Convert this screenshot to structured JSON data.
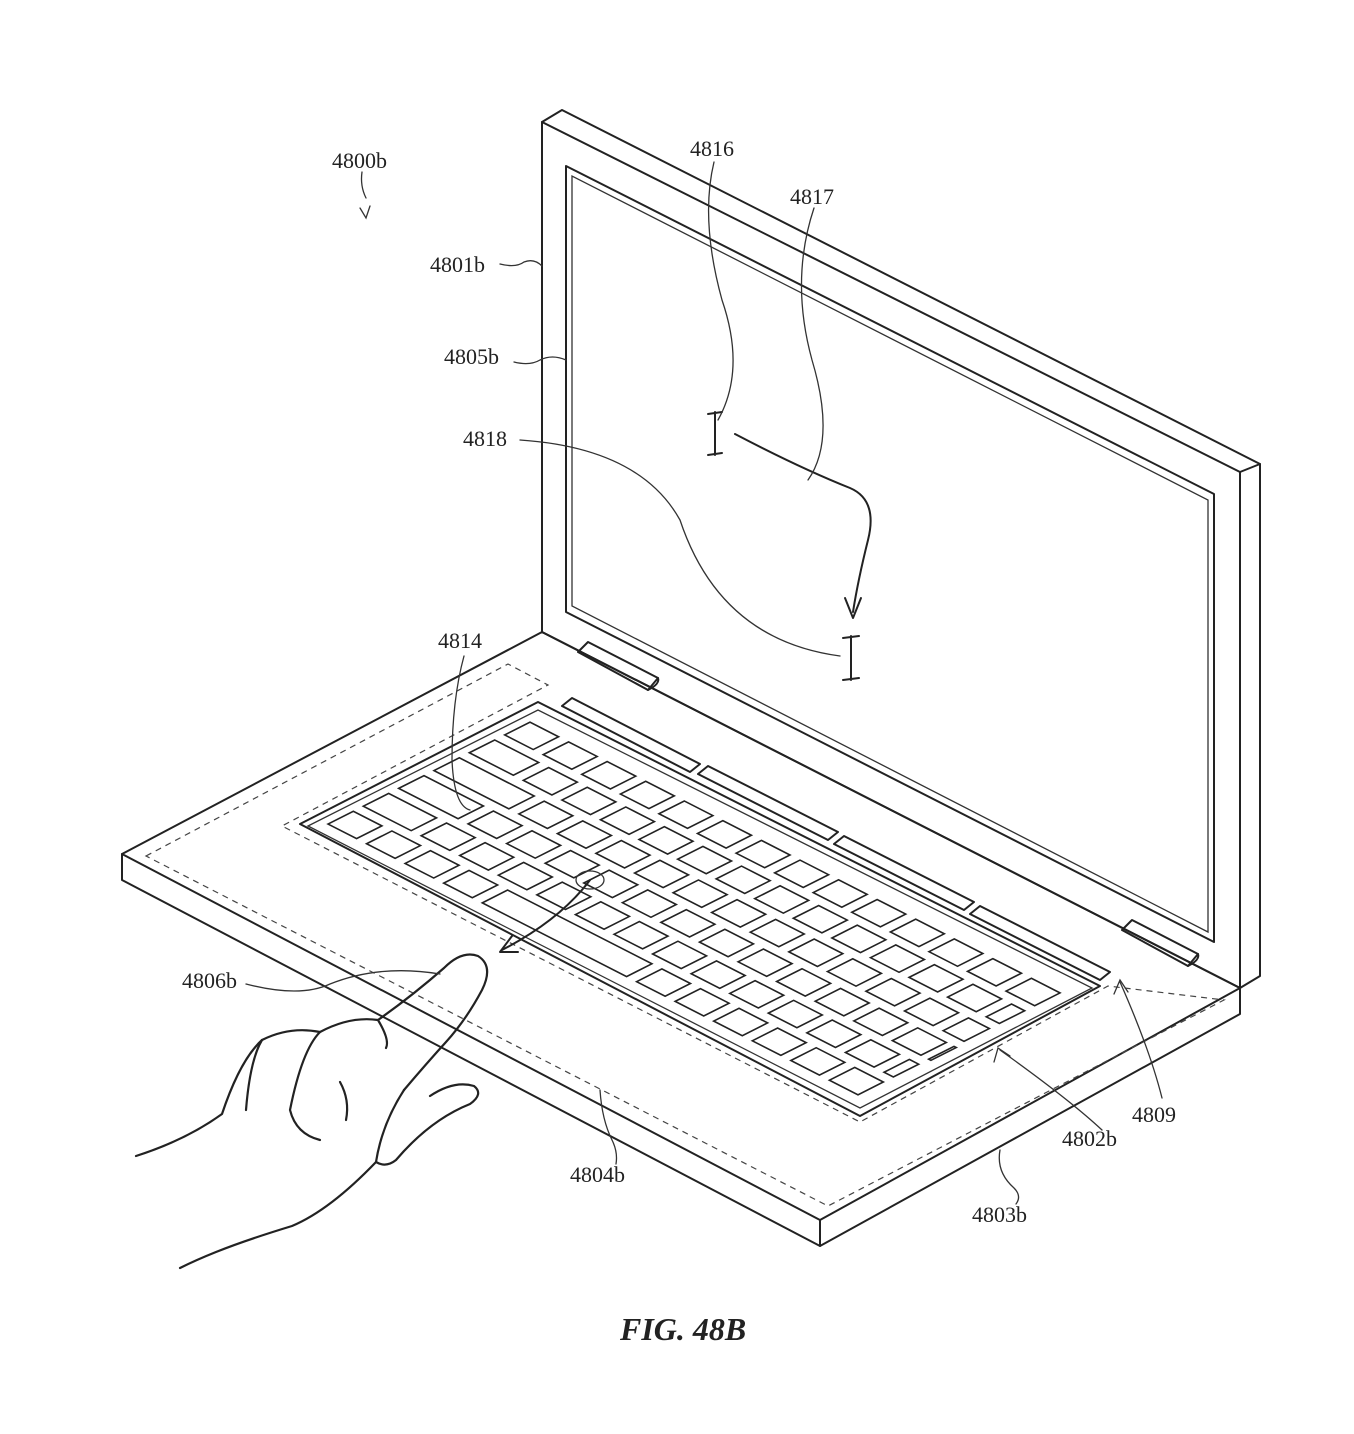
{
  "figure": {
    "caption": "FIG. 48B",
    "labels": {
      "device": "4800b",
      "display_housing": "4801b",
      "keyboard_area": "4802b",
      "base_housing": "4803b",
      "trackpad_region": "4804b",
      "display": "4805b",
      "touch_input": "4806b",
      "keyboard_border": "4809",
      "key_contact": "4814",
      "cursor_start": "4816",
      "cursor_path": "4817",
      "cursor_end": "4818"
    }
  }
}
